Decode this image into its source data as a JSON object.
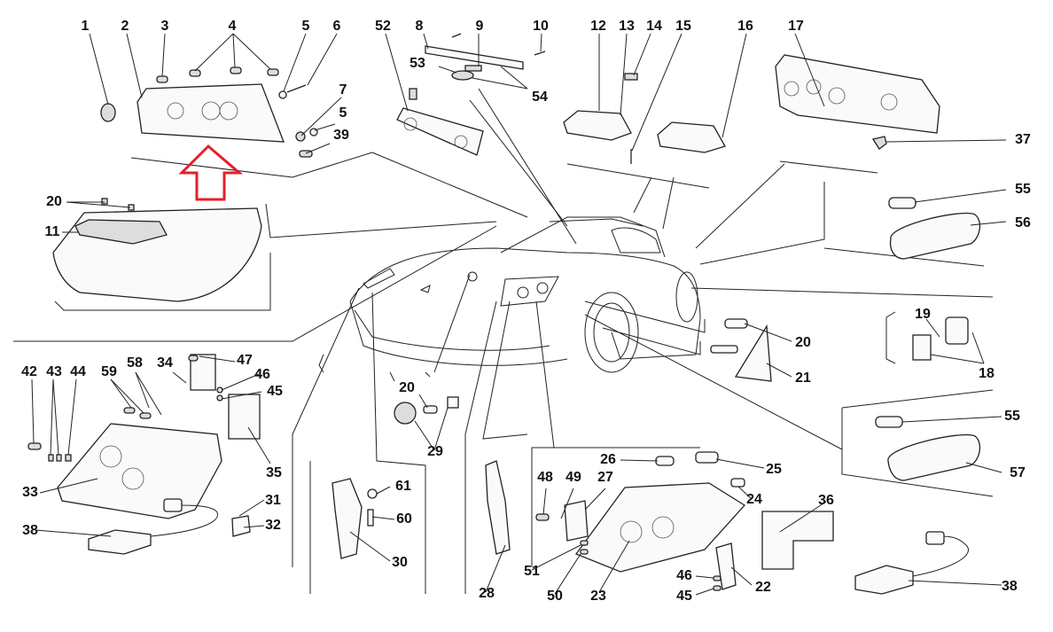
{
  "diagram": {
    "type": "exploded-parts-diagram",
    "subject": "vehicle lighting components",
    "highlight": {
      "shape": "arrow-up",
      "color": "#e3202a",
      "points_to": "rear tail light assembly (2)"
    },
    "callouts": [
      {
        "id": "c1",
        "text": "1"
      },
      {
        "id": "c2",
        "text": "2"
      },
      {
        "id": "c3",
        "text": "3"
      },
      {
        "id": "c4",
        "text": "4"
      },
      {
        "id": "c5a",
        "text": "5"
      },
      {
        "id": "c6",
        "text": "6"
      },
      {
        "id": "c7",
        "text": "7"
      },
      {
        "id": "c5b",
        "text": "5"
      },
      {
        "id": "c39",
        "text": "39"
      },
      {
        "id": "c52",
        "text": "52"
      },
      {
        "id": "c8",
        "text": "8"
      },
      {
        "id": "c9",
        "text": "9"
      },
      {
        "id": "c10",
        "text": "10"
      },
      {
        "id": "c53",
        "text": "53"
      },
      {
        "id": "c54",
        "text": "54"
      },
      {
        "id": "c12",
        "text": "12"
      },
      {
        "id": "c13",
        "text": "13"
      },
      {
        "id": "c14",
        "text": "14"
      },
      {
        "id": "c15",
        "text": "15"
      },
      {
        "id": "c16",
        "text": "16"
      },
      {
        "id": "c17",
        "text": "17"
      },
      {
        "id": "c37",
        "text": "37"
      },
      {
        "id": "c55a",
        "text": "55"
      },
      {
        "id": "c56",
        "text": "56"
      },
      {
        "id": "c20a",
        "text": "20"
      },
      {
        "id": "c11",
        "text": "11"
      },
      {
        "id": "c19",
        "text": "19"
      },
      {
        "id": "c18",
        "text": "18"
      },
      {
        "id": "c20b",
        "text": "20"
      },
      {
        "id": "c21",
        "text": "21"
      },
      {
        "id": "c42",
        "text": "42"
      },
      {
        "id": "c43",
        "text": "43"
      },
      {
        "id": "c44",
        "text": "44"
      },
      {
        "id": "c59",
        "text": "59"
      },
      {
        "id": "c58",
        "text": "58"
      },
      {
        "id": "c34",
        "text": "34"
      },
      {
        "id": "c47",
        "text": "47"
      },
      {
        "id": "c46a",
        "text": "46"
      },
      {
        "id": "c45a",
        "text": "45"
      },
      {
        "id": "c35",
        "text": "35"
      },
      {
        "id": "c33",
        "text": "33"
      },
      {
        "id": "c31",
        "text": "31"
      },
      {
        "id": "c32",
        "text": "32"
      },
      {
        "id": "c38a",
        "text": "38"
      },
      {
        "id": "c20c",
        "text": "20"
      },
      {
        "id": "c29",
        "text": "29"
      },
      {
        "id": "c61",
        "text": "61"
      },
      {
        "id": "c60",
        "text": "60"
      },
      {
        "id": "c30",
        "text": "30"
      },
      {
        "id": "c28",
        "text": "28"
      },
      {
        "id": "c26",
        "text": "26"
      },
      {
        "id": "c25",
        "text": "25"
      },
      {
        "id": "c48",
        "text": "48"
      },
      {
        "id": "c49",
        "text": "49"
      },
      {
        "id": "c27",
        "text": "27"
      },
      {
        "id": "c24",
        "text": "24"
      },
      {
        "id": "c51",
        "text": "51"
      },
      {
        "id": "c50",
        "text": "50"
      },
      {
        "id": "c23",
        "text": "23"
      },
      {
        "id": "c36",
        "text": "36"
      },
      {
        "id": "c46b",
        "text": "46"
      },
      {
        "id": "c45b",
        "text": "45"
      },
      {
        "id": "c22",
        "text": "22"
      },
      {
        "id": "c55b",
        "text": "55"
      },
      {
        "id": "c57",
        "text": "57"
      },
      {
        "id": "c38b",
        "text": "38"
      }
    ]
  }
}
